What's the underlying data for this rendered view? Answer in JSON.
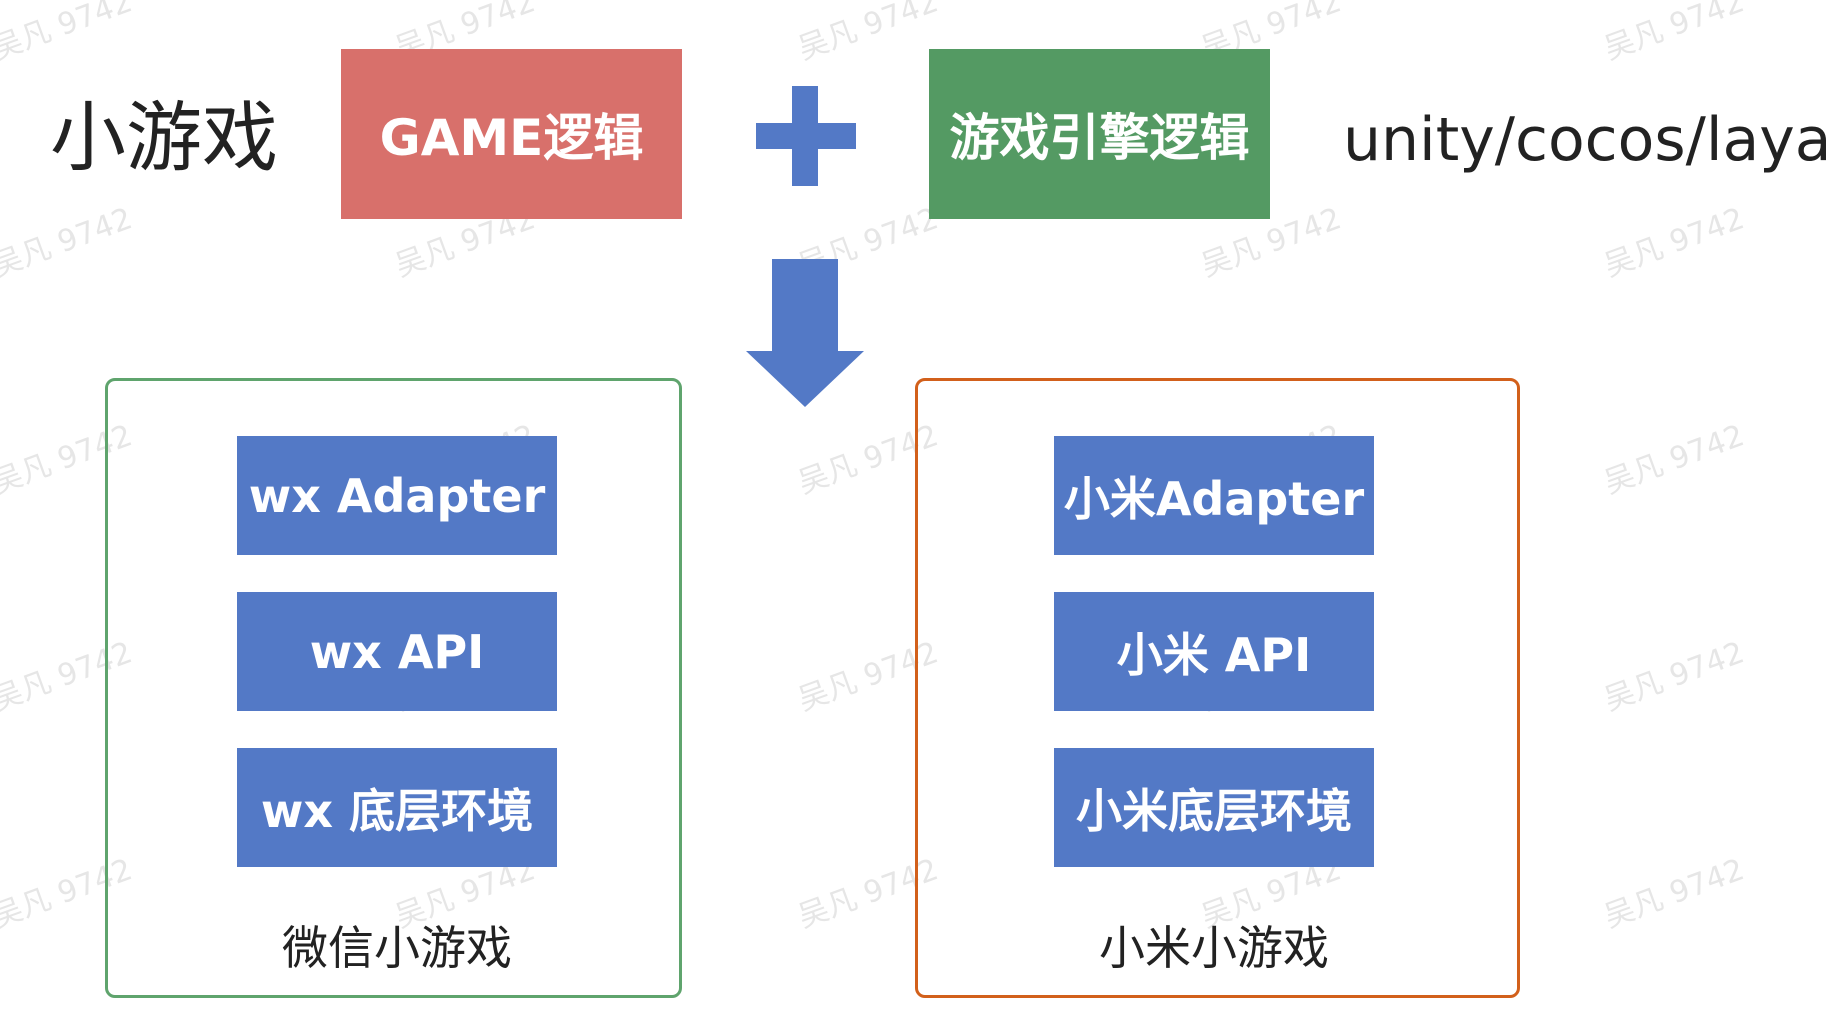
{
  "top": {
    "title": "小游戏",
    "game_logic": "GAME逻辑",
    "engine_logic": "游戏引擎逻辑",
    "engines": "unity/cocos/laya"
  },
  "platforms": [
    {
      "name": "微信小游戏",
      "layers": [
        "wx Adapter",
        "wx API",
        "wx 底层环境"
      ],
      "border_color": "#5fa46d"
    },
    {
      "name": "小米小游戏",
      "layers": [
        "小米Adapter",
        "小米 API",
        "小米底层环境"
      ],
      "border_color": "#d2601b"
    }
  ],
  "colors": {
    "game_box": "#d8706b",
    "engine_box": "#549a63",
    "layer_box": "#5379c6",
    "arrow": "#5379c6"
  },
  "watermark": "吴凡 9742"
}
